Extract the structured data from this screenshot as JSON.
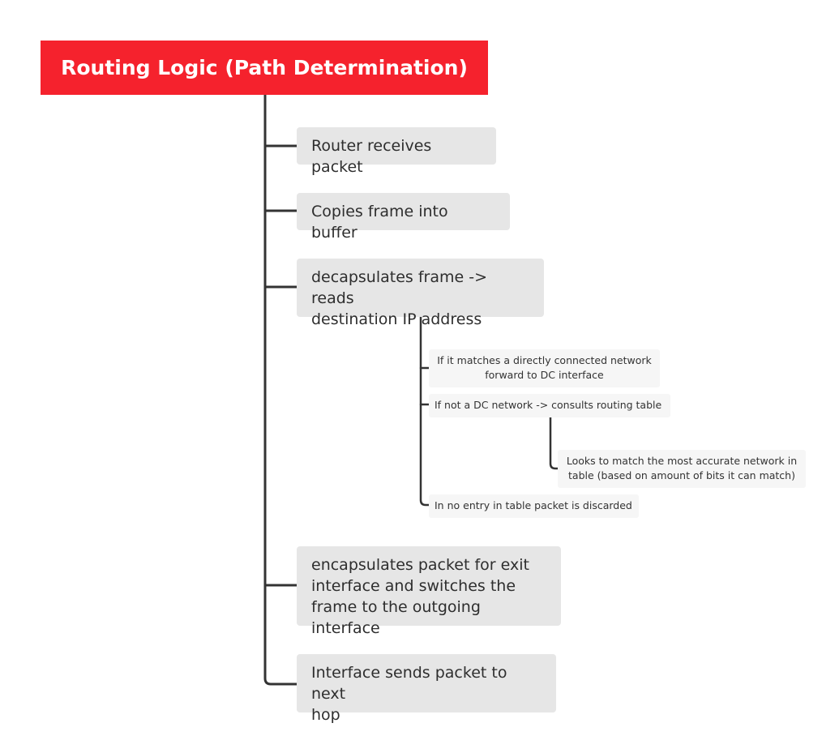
{
  "root": {
    "title": "Routing Logic (Path Determination)"
  },
  "steps": [
    {
      "text": "Router receives packet"
    },
    {
      "text": "Copies frame into buffer"
    },
    {
      "text_lines": [
        "decapsulates frame -> reads",
        "destination IP address"
      ]
    },
    {
      "text_lines": [
        "encapsulates packet for exit",
        "interface and switches the",
        "frame to the outgoing interface"
      ]
    },
    {
      "text_lines": [
        "Interface sends packet to next",
        "hop"
      ]
    }
  ],
  "branches": [
    {
      "text_lines": [
        "If it matches a directly connected network",
        "forward to DC interface"
      ]
    },
    {
      "text": "If not a DC network -> consults routing table"
    },
    {
      "text_lines": [
        "Looks to match the most accurate network in",
        "table (based on amount of bits it can match)"
      ]
    },
    {
      "text": "In no entry in table packet is discarded"
    }
  ],
  "colors": {
    "root": "#f5222d",
    "node": "#e6e6e6",
    "subnode": "#f6f6f6",
    "connector": "#333333"
  }
}
